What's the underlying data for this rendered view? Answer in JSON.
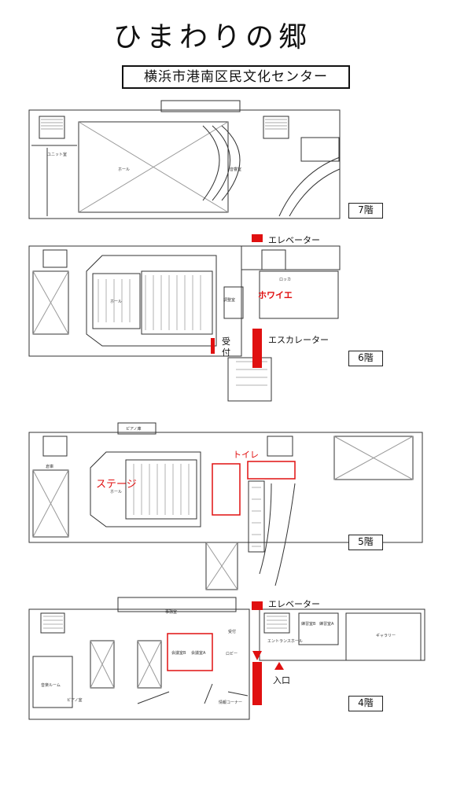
{
  "title": "ひまわりの郷",
  "subtitle": "横浜市港南区民文化センター",
  "floors": [
    {
      "id": "7f",
      "label": "7階"
    },
    {
      "id": "6f",
      "label": "6階"
    },
    {
      "id": "5f",
      "label": "5階"
    },
    {
      "id": "4f",
      "label": "4階"
    }
  ],
  "highlights": {
    "elevator_6f": "エレベーター",
    "foyer": "ホワイエ",
    "reception": "受付",
    "escalator": "エスカレーター",
    "toilet": "トイレ",
    "stage": "ステージ",
    "elevator_4f": "エレベーター",
    "entrance": "入口"
  },
  "room_labels": {
    "hall_7f": "ホール",
    "unit_7f": "ユニット室",
    "sound_7f": "音響室",
    "hall_6f": "ホール",
    "control_6f": "調整室",
    "locker_6f": "ロッカ",
    "piano_5f": "ピアノ庫",
    "hall_5f": "ホール",
    "store_5f": "倉庫",
    "office_4f": "事務室",
    "lobby_4f": "ロビー",
    "meeting_b": "会議室B",
    "meeting_a": "会議室A",
    "entrance_hall": "エントランスホール",
    "gallery": "ギャラリー",
    "music_room": "音楽ルーム",
    "info_corner": "情報コーナー",
    "practice_b": "練習室B",
    "practice_a": "練習室A",
    "piano_4f": "ピアノ室",
    "reception_4f": "受付"
  },
  "colors": {
    "highlight": "#e01010",
    "line": "#333333"
  }
}
